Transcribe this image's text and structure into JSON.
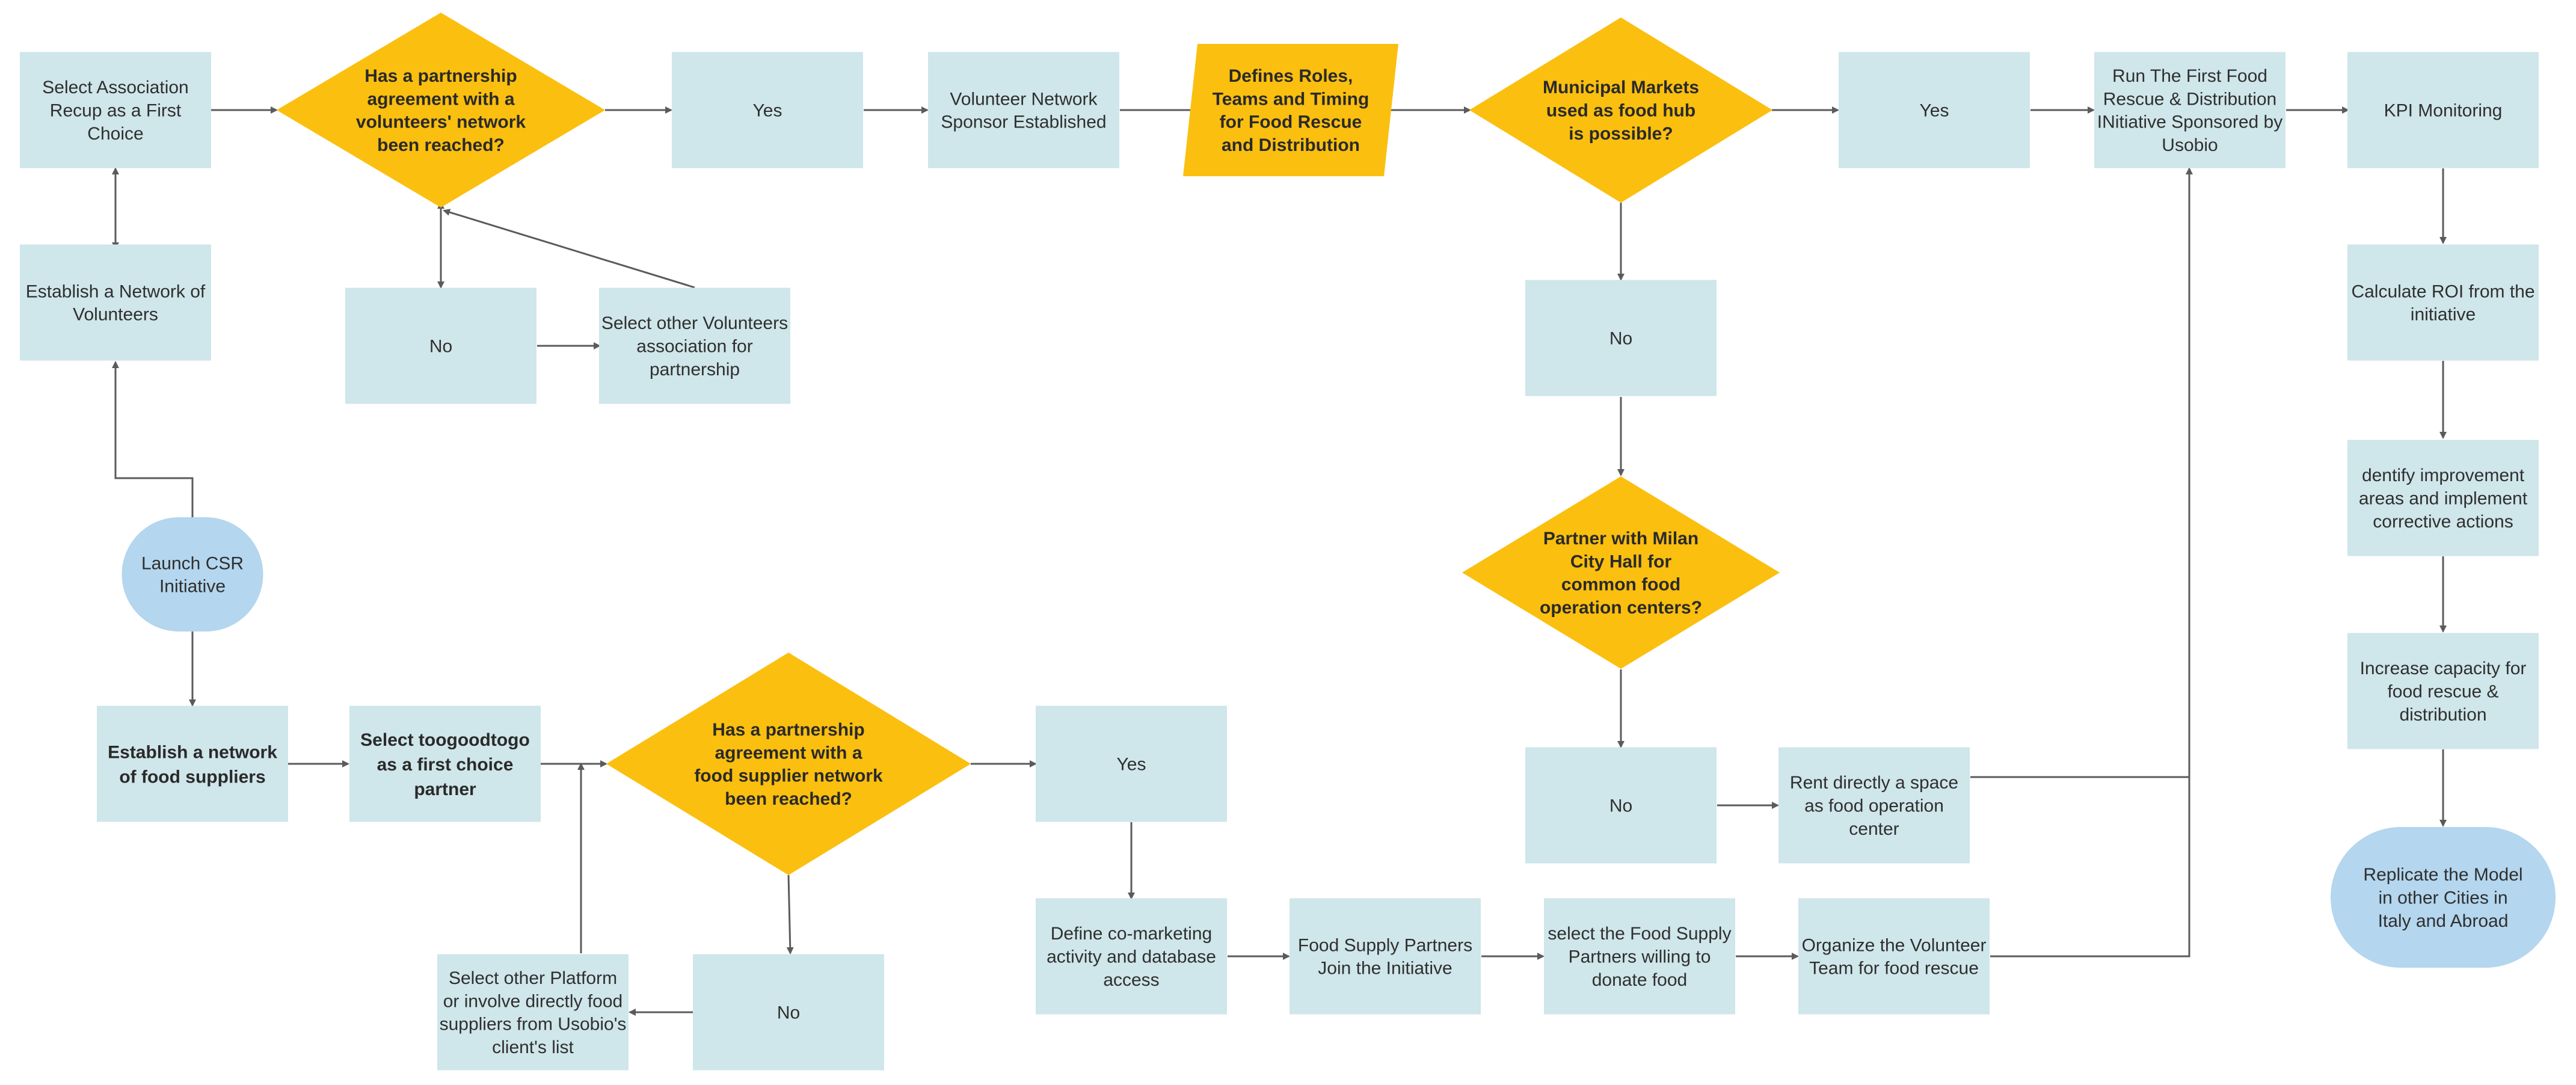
{
  "colors": {
    "box": "#cfe6ea",
    "decision": "#fbbf0f",
    "terminal": "#b4d6ee",
    "connector": "#5b5b5b",
    "text": "#2f2f2f"
  },
  "nodes": {
    "launch_csr": {
      "shape": "terminal",
      "lines": [
        "Launch CSR",
        "Initiative"
      ]
    },
    "select_recup": {
      "shape": "box",
      "lines": [
        "Select Association",
        "Recup as a First",
        "Choice"
      ]
    },
    "establish_volunteers": {
      "shape": "box",
      "lines": [
        "Establish a Network of",
        "Volunteers"
      ]
    },
    "decision_volunteers": {
      "shape": "decision",
      "lines": [
        "Has a partnership",
        "agreement with a",
        "volunteers' network",
        "been reached?"
      ]
    },
    "yes_1": {
      "shape": "box",
      "lines": [
        "Yes"
      ]
    },
    "no_1": {
      "shape": "box",
      "lines": [
        "No"
      ]
    },
    "select_other_volunteers": {
      "shape": "box",
      "lines": [
        "Select other Volunteers",
        "association for",
        "partnership"
      ]
    },
    "volunteer_sponsor": {
      "shape": "box",
      "lines": [
        "Volunteer Network",
        "Sponsor Established"
      ]
    },
    "defines_roles": {
      "shape": "parallelogram",
      "lines": [
        "Defines Roles,",
        "Teams and Timing",
        "for Food Rescue",
        "and Distribution"
      ]
    },
    "decision_markets": {
      "shape": "decision",
      "lines": [
        "Municipal Markets",
        "used as food hub",
        "is possible?"
      ]
    },
    "yes_2": {
      "shape": "box",
      "lines": [
        "Yes"
      ]
    },
    "no_2": {
      "shape": "box",
      "lines": [
        "No"
      ]
    },
    "decision_city_hall": {
      "shape": "decision",
      "lines": [
        "Partner with Milan",
        "City Hall for",
        "common  food",
        "operation centers?"
      ]
    },
    "no_3": {
      "shape": "box",
      "lines": [
        "No"
      ]
    },
    "rent_space": {
      "shape": "box",
      "lines": [
        "Rent directly a space",
        "as food operation",
        "center"
      ]
    },
    "run_first": {
      "shape": "box",
      "lines": [
        "Run The First Food",
        "Rescue & Distribution",
        "INitiative Sponsored by",
        "Usobio"
      ]
    },
    "kpi": {
      "shape": "box",
      "lines": [
        "KPI Monitoring"
      ]
    },
    "roi": {
      "shape": "box",
      "lines": [
        "Calculate ROI from the",
        "initiative"
      ]
    },
    "identify": {
      "shape": "box",
      "lines": [
        "dentify improvement",
        "areas and implement",
        "corrective actions"
      ]
    },
    "increase": {
      "shape": "box",
      "lines": [
        "Increase capacity for",
        "food rescue &",
        "distribution"
      ]
    },
    "replicate": {
      "shape": "terminal",
      "lines": [
        "Replicate the Model",
        "in other Cities in",
        "Italy and Abroad"
      ]
    },
    "establish_suppliers": {
      "shape": "box",
      "lines": [
        "Establish a network",
        "of food suppliers"
      ]
    },
    "select_toogood": {
      "shape": "box",
      "lines": [
        "Select toogoodtogo",
        "as a first choice",
        "partner"
      ]
    },
    "decision_suppliers": {
      "shape": "decision",
      "lines": [
        "Has a partnership",
        "agreement with a",
        "food supplier network",
        "been reached?"
      ]
    },
    "yes_3": {
      "shape": "box",
      "lines": [
        "Yes"
      ]
    },
    "no_4": {
      "shape": "box",
      "lines": [
        "No"
      ]
    },
    "select_other_platform": {
      "shape": "box",
      "lines": [
        "Select other Platform",
        "or involve directly food",
        "suppliers from Usobio's",
        "client's list"
      ]
    },
    "define_comarketing": {
      "shape": "box",
      "lines": [
        "Define co-marketing",
        "activity and database",
        "access"
      ]
    },
    "suppliers_join": {
      "shape": "box",
      "lines": [
        "Food Supply Partners",
        "Join the Initiative"
      ]
    },
    "select_willing": {
      "shape": "box",
      "lines": [
        "select the Food Supply",
        "Partners willing to",
        "donate food"
      ]
    },
    "organize_team": {
      "shape": "box",
      "lines": [
        "Organize the Volunteer",
        "Team for food rescue"
      ]
    }
  }
}
